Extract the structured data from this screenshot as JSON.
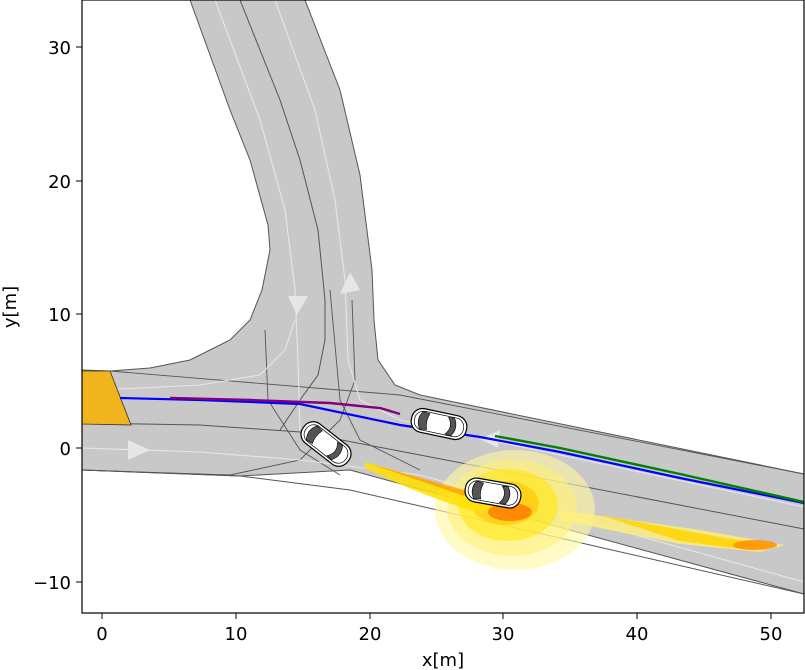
{
  "chart_data": {
    "type": "scatter",
    "title": "",
    "xlabel": "x[m]",
    "ylabel": "y[m]",
    "xlim": [
      -1.5,
      52.5
    ],
    "ylim": [
      -12.3,
      33.5
    ],
    "grid": false,
    "legend": null,
    "x_ticks": [
      {
        "value": 0,
        "label": "0"
      },
      {
        "value": 10,
        "label": "10"
      },
      {
        "value": 20,
        "label": "20"
      },
      {
        "value": 30,
        "label": "30"
      },
      {
        "value": 40,
        "label": "40"
      },
      {
        "value": 50,
        "label": "50"
      }
    ],
    "y_ticks": [
      {
        "value": 30,
        "label": "30"
      },
      {
        "value": 20,
        "label": "20"
      },
      {
        "value": 10,
        "label": "10"
      },
      {
        "value": 0,
        "label": "0"
      },
      {
        "value": -10,
        "label": "−10"
      }
    ],
    "road_network": {
      "color": "#c8c8c8",
      "edge_color": "#555555",
      "centerline_color": "#e8e8e8",
      "roads": [
        "west-approach",
        "north-approach",
        "east-approach"
      ]
    },
    "goal_region": {
      "color": "#f0b41c",
      "x": [
        -1.5,
        2
      ],
      "y": [
        1.8,
        5.8
      ]
    },
    "trajectories": [
      {
        "name": "ego-planned",
        "color": "#0000ff",
        "points": [
          [
            1.5,
            3.8
          ],
          [
            10,
            3.6
          ],
          [
            18,
            3.0
          ],
          [
            24,
            2.0
          ],
          [
            30,
            0.3
          ],
          [
            40,
            -1.4
          ],
          [
            52.5,
            -4.1
          ]
        ]
      },
      {
        "name": "reference-left",
        "color": "#800080",
        "points": [
          [
            5,
            3.7
          ],
          [
            14,
            3.6
          ],
          [
            20,
            3.2
          ],
          [
            24,
            2.5
          ]
        ]
      },
      {
        "name": "reference-right",
        "color": "#008000",
        "points": [
          [
            29,
            0.8
          ],
          [
            40,
            -1.3
          ],
          [
            52.5,
            -4.0
          ]
        ]
      }
    ],
    "vehicles": [
      {
        "name": "vehicle-turning",
        "x": 16.5,
        "y": 0.3,
        "heading_deg": -38
      },
      {
        "name": "vehicle-ego",
        "x": 25,
        "y": 1.8,
        "heading_deg": -12
      },
      {
        "name": "vehicle-predicted",
        "x": 29,
        "y": -3.0,
        "heading_deg": -10
      }
    ],
    "prediction_heatmap": {
      "colors": [
        "#fff7a0",
        "#ffe600",
        "#ffb000",
        "#ff6a00"
      ],
      "peaks": [
        [
          30.5,
          -4.8
        ],
        [
          48,
          -7.3
        ]
      ]
    }
  }
}
